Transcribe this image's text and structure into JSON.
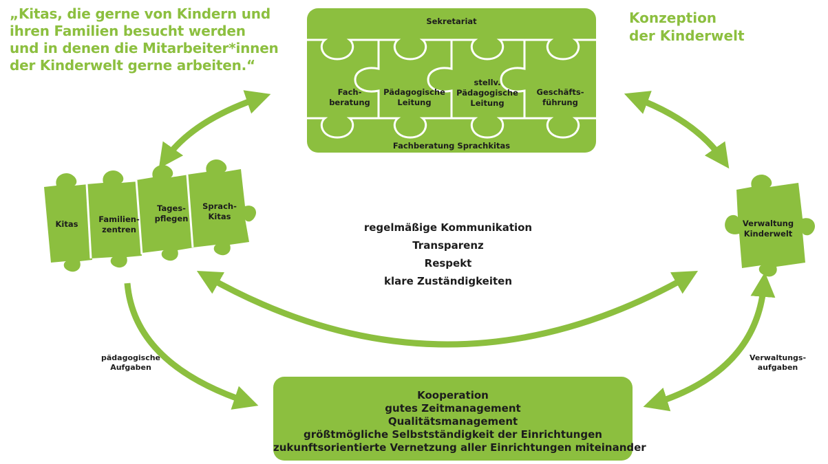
{
  "quote_lines": [
    "„Kitas, die gerne von Kindern und",
    "ihren Familien besucht werden",
    "und in denen die Mitarbeiter*innen",
    "der Kinderwelt gerne arbeiten.“"
  ],
  "konzeption_lines": [
    "Konzeption",
    "der Kinderwelt"
  ],
  "top_board": {
    "top": "Sekretariat",
    "bottom": "Fachberatung Sprachkitas",
    "pieces": [
      [
        "Fach-",
        "beratung"
      ],
      [
        "Pädagogische",
        "Leitung"
      ],
      [
        "stellv.",
        "Pädagogische",
        "Leitung"
      ],
      [
        "Geschäfts-",
        "führung"
      ]
    ]
  },
  "left_group": [
    [
      "Kitas"
    ],
    [
      "Familien-",
      "zentren"
    ],
    [
      "Tages-",
      "pflegen"
    ],
    [
      "Sprach-",
      "Kitas"
    ]
  ],
  "right_piece": [
    "Verwaltung",
    "Kinderwelt"
  ],
  "center_values": [
    "regelmäßige Kommunikation",
    "Transparenz",
    "Respekt",
    "klare Zuständigkeiten"
  ],
  "left_task": [
    "pädagogische",
    "Aufgaben"
  ],
  "right_task": [
    "Verwaltungs-",
    "aufgaben"
  ],
  "bottom_box": [
    "Kooperation",
    "gutes Zeitmanagement",
    "Qualitätsmanagement",
    "größtmögliche Selbstständigkeit der Einrichtungen",
    "zukunftsorientierte Vernetzung aller Einrichtungen miteinander"
  ],
  "colors": {
    "green": "#8cbf3f",
    "text": "#1c1c1c",
    "seam": "#ffffff"
  }
}
